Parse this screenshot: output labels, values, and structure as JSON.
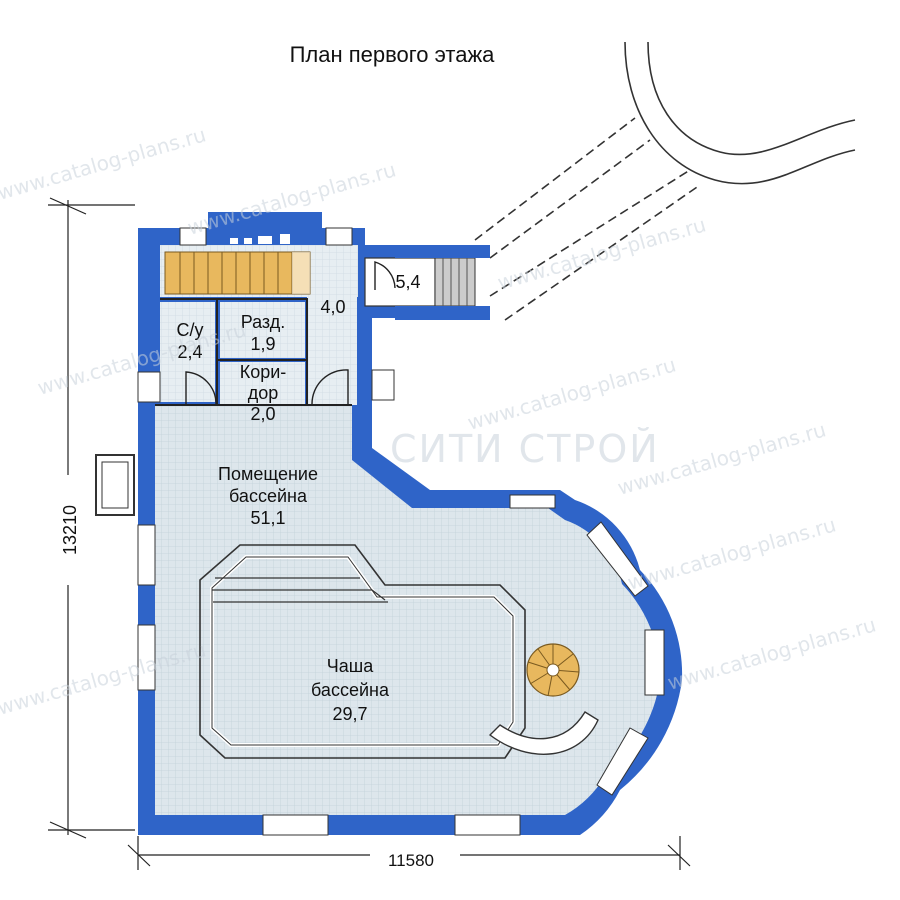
{
  "title": "План первого этажа",
  "colors": {
    "wall": "#2f64c8",
    "floor": "#dde6ec",
    "grid": "#c3d1da",
    "stairs": "#e8b85e",
    "line": "#333333",
    "background": "#ffffff"
  },
  "rooms": [
    {
      "id": "wc",
      "name": "С/у",
      "area": "2,4"
    },
    {
      "id": "changing",
      "name": "Разд.",
      "area": "1,9"
    },
    {
      "id": "corridor",
      "name_line1": "Кори-",
      "name_line2": "дор",
      "area": "2,0"
    },
    {
      "id": "hall",
      "area": "4,0"
    },
    {
      "id": "porch",
      "area": "5,4"
    },
    {
      "id": "pool-room",
      "name_line1": "Помещение",
      "name_line2": "бассейна",
      "area": "51,1"
    },
    {
      "id": "pool-bowl",
      "name_line1": "Чаша",
      "name_line2": "бассейна",
      "area": "29,7"
    }
  ],
  "dimensions": {
    "width": "11580",
    "height": "13210"
  },
  "watermarks": {
    "site": "www.catalog-plans.ru",
    "brand": "СИТИ СТРОЙ"
  },
  "icons": [
    "spiral-staircase-icon",
    "straight-staircase-icon",
    "door-swing-icon",
    "window-icon"
  ]
}
